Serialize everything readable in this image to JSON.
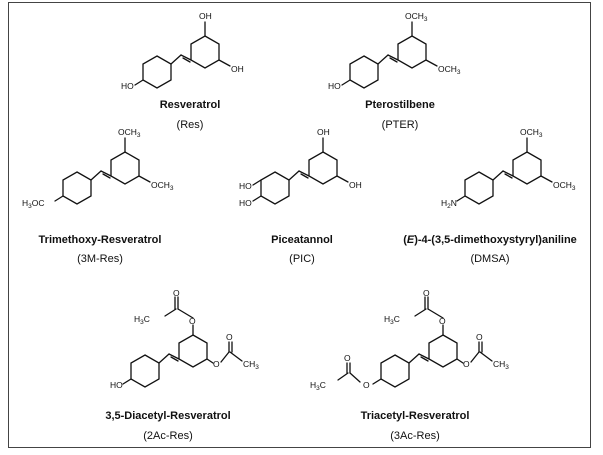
{
  "compounds": [
    {
      "name": "Resveratrol",
      "abbr": "(Res)"
    },
    {
      "name": "Pterostilbene",
      "abbr": "(PTER)"
    },
    {
      "name": "Trimethoxy-Resveratrol",
      "abbr": "(3M-Res)"
    },
    {
      "name": "Piceatannol",
      "abbr": "(PIC)"
    },
    {
      "name_prefix": "(",
      "name_italic": "E",
      "name_suffix": ")-4-(3,5-dimethoxystyryl)aniline",
      "abbr": "(DMSA)"
    },
    {
      "name": "3,5-Diacetyl-Resveratrol",
      "abbr": "(2Ac-Res)"
    },
    {
      "name": "Triacetyl-Resveratrol",
      "abbr": "(3Ac-Res)"
    }
  ],
  "atoms": {
    "oh": "OH",
    "ho": "HO",
    "och3": "OCH",
    "h3co": "H",
    "h2n": "H",
    "o": "O",
    "ch3": "CH",
    "sub3": "3",
    "sub2": "2"
  }
}
